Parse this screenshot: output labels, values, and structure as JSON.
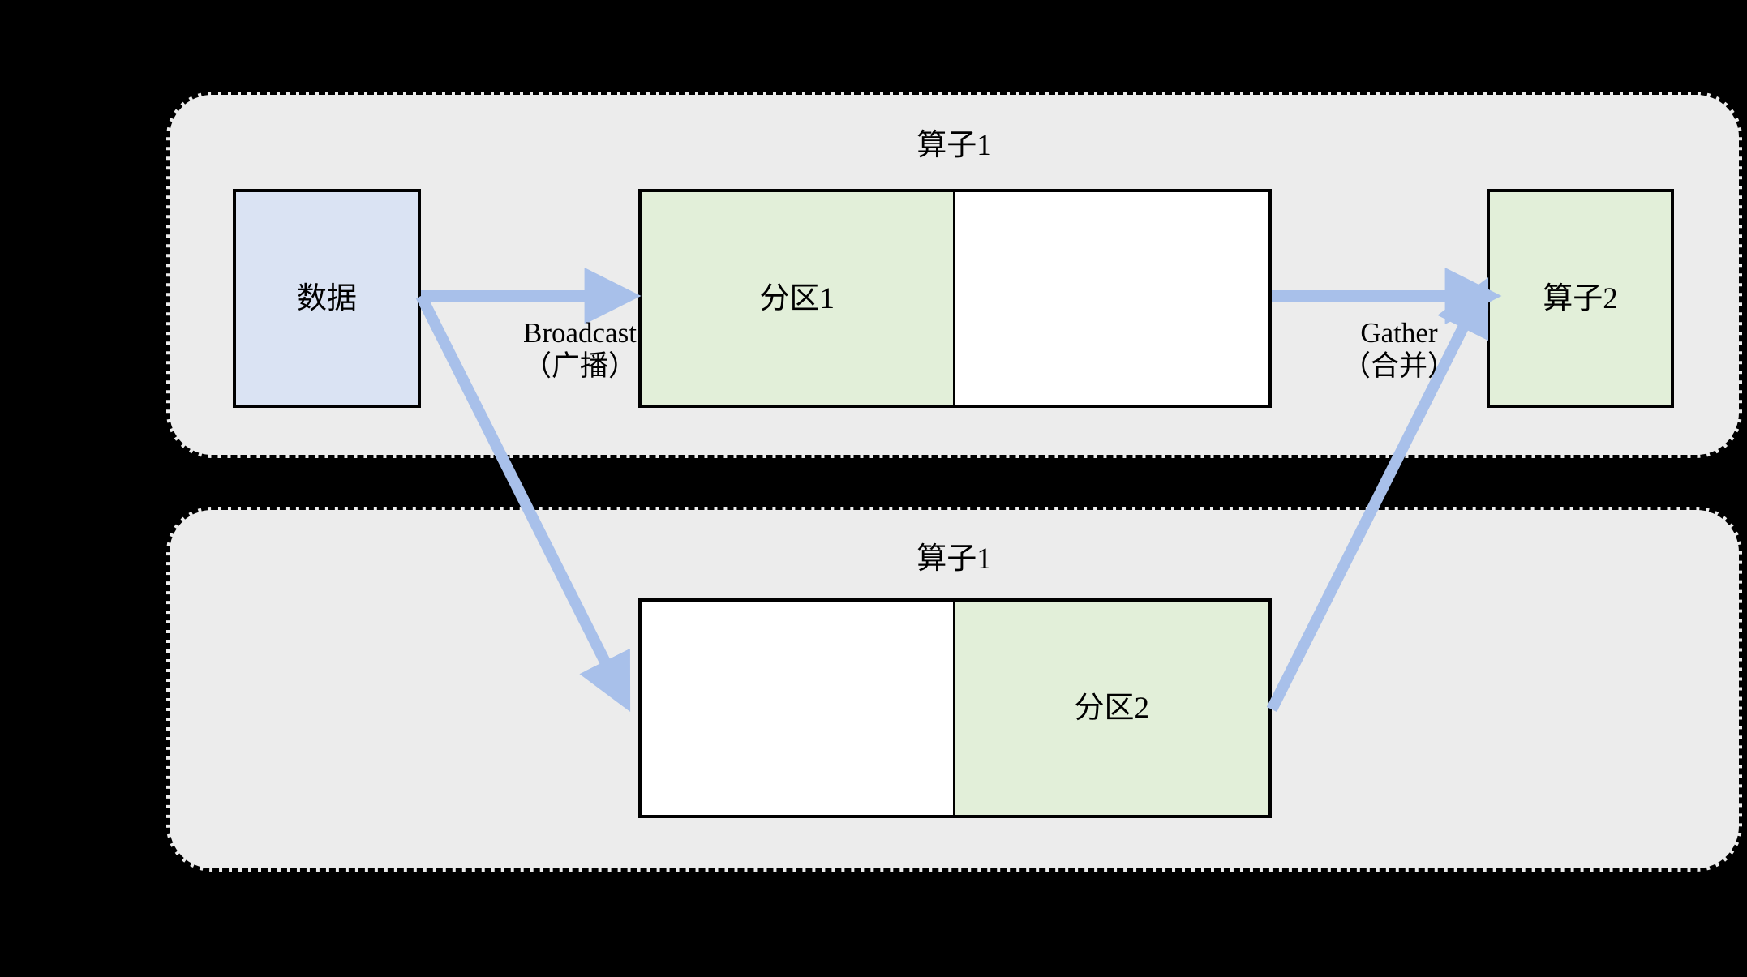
{
  "diagram": {
    "title_semantic": "Broadcast and Gather partition dataflow diagram",
    "colors": {
      "canvas": "#000000",
      "group_fill": "#ececec",
      "group_border": "#000000",
      "box_border": "#000000",
      "data_fill": "#dae3f3",
      "partition_fill": "#e2efd9",
      "empty_fill": "#ffffff",
      "arrow": "#a8c0ea"
    }
  },
  "groups": [
    {
      "id": "top",
      "title": "算子1",
      "boxes": {
        "data": "数据",
        "partition_left": "分区1",
        "partition_right": "",
        "operator_out": "算子2"
      }
    },
    {
      "id": "bottom",
      "title": "算子1",
      "boxes": {
        "partition_left": "",
        "partition_right": "分区2"
      }
    }
  ],
  "arrows": {
    "broadcast": {
      "label_en": "Broadcast",
      "label_zh": "（广播）"
    },
    "gather": {
      "label_en": "Gather",
      "label_zh": "（合并）"
    }
  }
}
